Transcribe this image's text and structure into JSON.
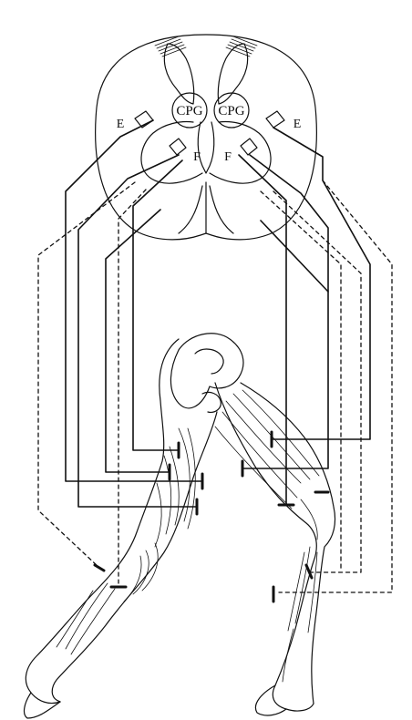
{
  "labels": {
    "cpg_left": "CPG",
    "cpg_right": "CPG",
    "extensor_left": "E",
    "extensor_right": "E",
    "flexor_left": "F",
    "flexor_right": "F"
  },
  "colors": {
    "ink": "#111111",
    "background": "#ffffff"
  }
}
